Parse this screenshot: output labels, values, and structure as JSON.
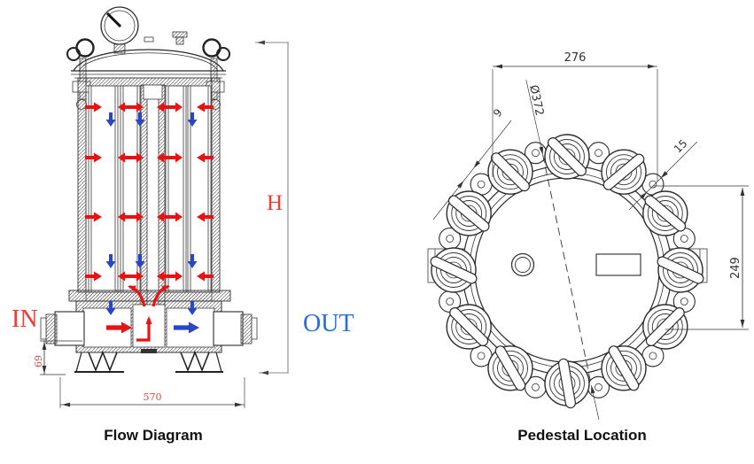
{
  "flow_diagram": {
    "caption": "Flow Diagram",
    "inlet_label": "IN",
    "outlet_label": "OUT",
    "height_label": "H",
    "dim_base_width": "570",
    "dim_inlet_height": "69",
    "colors": {
      "arrow_red": "#e81212",
      "arrow_blue": "#2947c5",
      "label_red": "#f23a34",
      "label_blue": "#2a6bdf",
      "dim_red": "#d94a44"
    }
  },
  "pedestal_location": {
    "caption": "Pedestal Location",
    "dim_bolt_span": "276",
    "dim_bolt_circle_dia": "Ø372",
    "dim_slot": "9",
    "dim_lug": "15",
    "dim_vertical_span": "249",
    "line_color": "#333333"
  }
}
